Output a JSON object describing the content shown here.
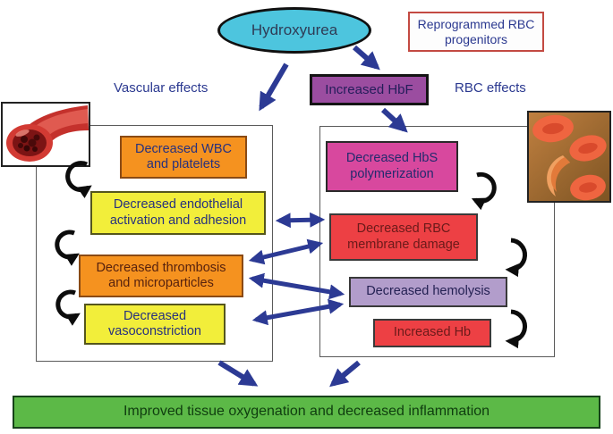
{
  "diagram_title": "Hydroxyurea effects diagram",
  "nodes": {
    "hydroxyurea": "Hydroxyurea",
    "reprogrammed": "Reprogrammed RBC progenitors",
    "increased_hbf": "Increased HbF"
  },
  "section_labels": {
    "vascular": "Vascular effects",
    "rbc": "RBC effects"
  },
  "vascular_panel": {
    "boxes": [
      {
        "label": "Decreased WBC and platelets",
        "color": "#f5921f"
      },
      {
        "label": "Decreased endothelial activation and adhesion",
        "color": "#f2ee3a"
      },
      {
        "label": "Decreased thrombosis and microparticles",
        "color": "#f5921f"
      },
      {
        "label": "Decreased vasoconstriction",
        "color": "#f2ee3a"
      }
    ]
  },
  "rbc_panel": {
    "boxes": [
      {
        "label": "Decreased HbS polymerization",
        "color": "#d8489e"
      },
      {
        "label": "Decreased RBC membrane damage",
        "color": "#ed4044"
      },
      {
        "label": "Decreased hemolysis",
        "color": "#b29dcb"
      },
      {
        "label": "Increased Hb",
        "color": "#ed4044"
      }
    ]
  },
  "outcome": {
    "label": "Improved tissue oxygenation and decreased inflammation",
    "color": "#5cb947"
  },
  "images": {
    "vessel": "blood-vessel-cross-section",
    "sickle": "sickle-red-blood-cells"
  },
  "colors": {
    "hydroxyurea_fill": "#4dc5de",
    "hbf_fill": "#9b4da0",
    "arrow_blue": "#2c3a94",
    "arrow_black": "#0c0c0c",
    "text_navy": "#2b3990",
    "reprogrammed_border": "#c34a42"
  }
}
